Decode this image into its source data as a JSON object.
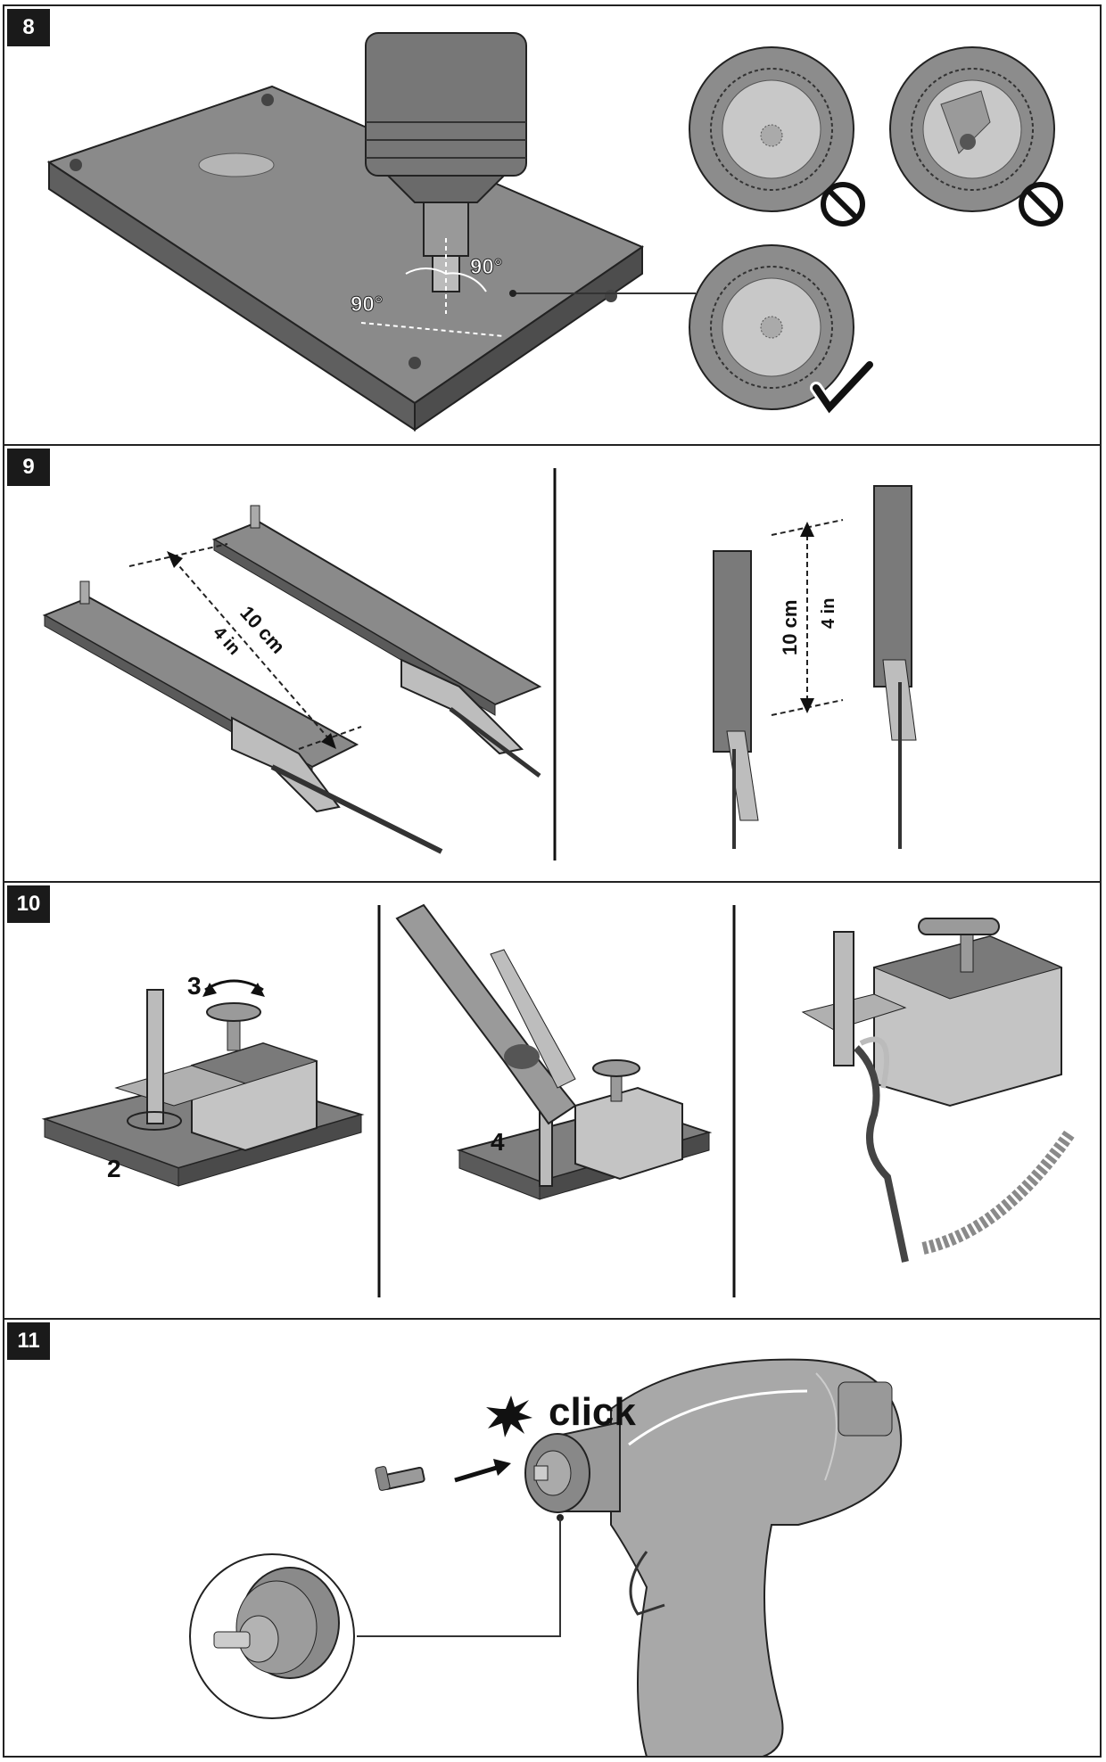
{
  "panels": [
    {
      "number": "8",
      "angle_label": "90°"
    },
    {
      "number": "9",
      "distance_metric": "10 cm",
      "distance_imperial": "4 in"
    },
    {
      "number": "10",
      "step_a": "3",
      "step_b": "2",
      "step_c": "4"
    },
    {
      "number": "11",
      "sound_label": "click"
    }
  ],
  "colors": {
    "metal_dark": "#6e6e6e",
    "metal_mid": "#9c9c9c",
    "metal_light": "#cfcfcf",
    "line": "#1a1a1a"
  },
  "icons": {
    "prohibited": "prohibited-icon",
    "correct": "checkmark-icon",
    "burst": "burst-icon"
  }
}
